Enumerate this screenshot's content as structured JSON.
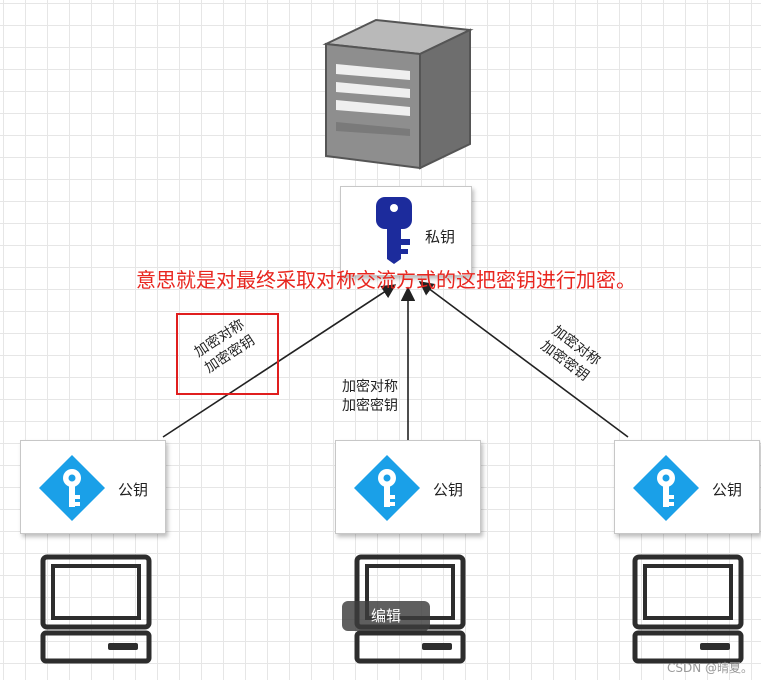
{
  "server": {
    "key_label": "私钥"
  },
  "clients": [
    {
      "key_label": "公钥"
    },
    {
      "key_label": "公钥"
    },
    {
      "key_label": "公钥"
    }
  ],
  "connections": [
    {
      "line1": "加密对称",
      "line2": "加密密钥"
    },
    {
      "line1": "加密对称",
      "line2": "加密密钥"
    },
    {
      "line1": "加密对称",
      "line2": "加密密钥"
    }
  ],
  "annotation": "意思就是对最终采取对称交流方式的这把密钥进行加密。",
  "overlay": {
    "edit_label": "编辑"
  },
  "watermark": "CSDN @晴夏。",
  "colors": {
    "key_blue": "#1aa0e8",
    "private_key": "#1c2b9c",
    "annotation_red": "#e8261f",
    "highlight_red": "#e01e1e"
  }
}
